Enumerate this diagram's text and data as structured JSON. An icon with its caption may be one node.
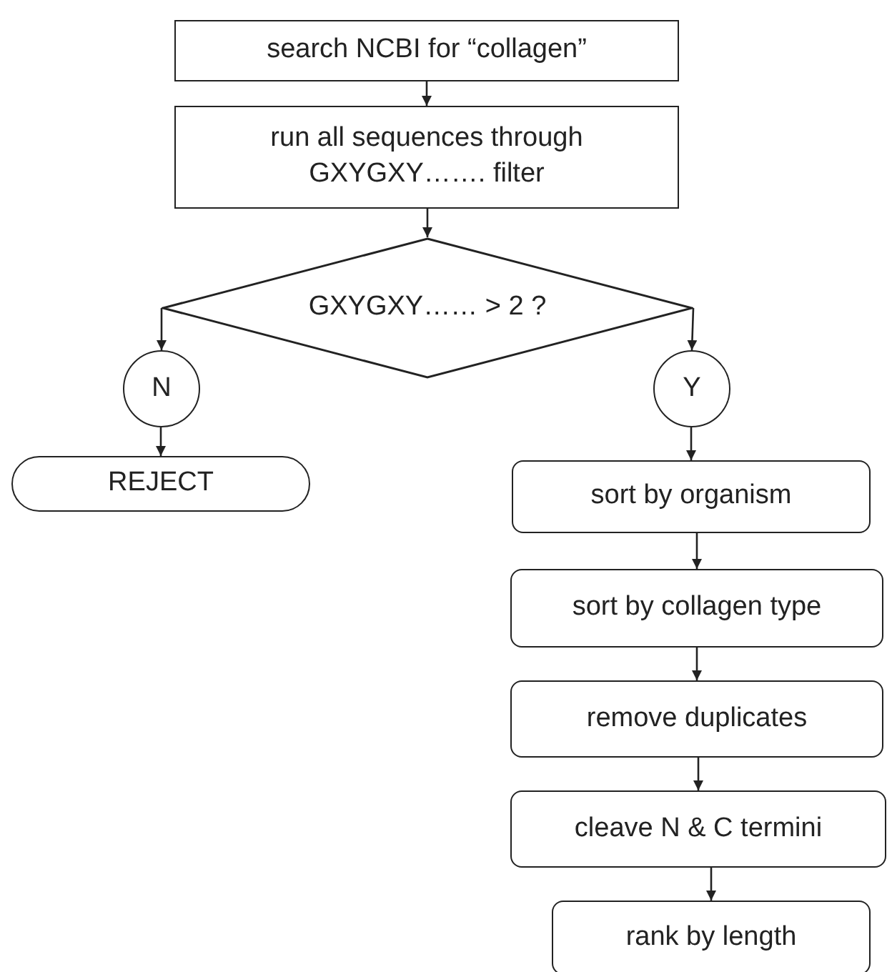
{
  "diagram": {
    "nodes": [
      {
        "text": [
          "search NCBI for “collagen”"
        ]
      },
      {
        "text": [
          "run all sequences through GXYGXY……. filter"
        ]
      },
      {
        "text": [
          "GXYGXY…… > 2 ?"
        ]
      },
      {
        "text": [
          "N"
        ]
      },
      {
        "text": [
          "REJECT"
        ]
      },
      {
        "text": [
          "Y"
        ]
      },
      {
        "text": [
          "sort by organism"
        ]
      },
      {
        "text": [
          "sort by collagen type"
        ]
      },
      {
        "text": [
          "remove duplicates"
        ]
      },
      {
        "text": [
          "cleave N & C termini"
        ]
      },
      {
        "text": [
          "rank by length"
        ]
      }
    ],
    "edges": [
      {
        "from": 0,
        "to": 1,
        "arrow": "to"
      },
      {
        "from": 1,
        "to": 2,
        "arrow": "to"
      },
      {
        "from": 2,
        "to": 3,
        "arrow": "to"
      },
      {
        "from": 2,
        "to": 5,
        "arrow": "to"
      },
      {
        "from": 3,
        "to": 4,
        "arrow": "to"
      },
      {
        "from": 5,
        "to": 6,
        "arrow": "to"
      },
      {
        "from": 6,
        "to": 7,
        "arrow": "to"
      },
      {
        "from": 7,
        "to": 8,
        "arrow": "to"
      },
      {
        "from": 8,
        "to": 9,
        "arrow": "to"
      },
      {
        "from": 9,
        "to": 10,
        "arrow": "to"
      }
    ]
  }
}
